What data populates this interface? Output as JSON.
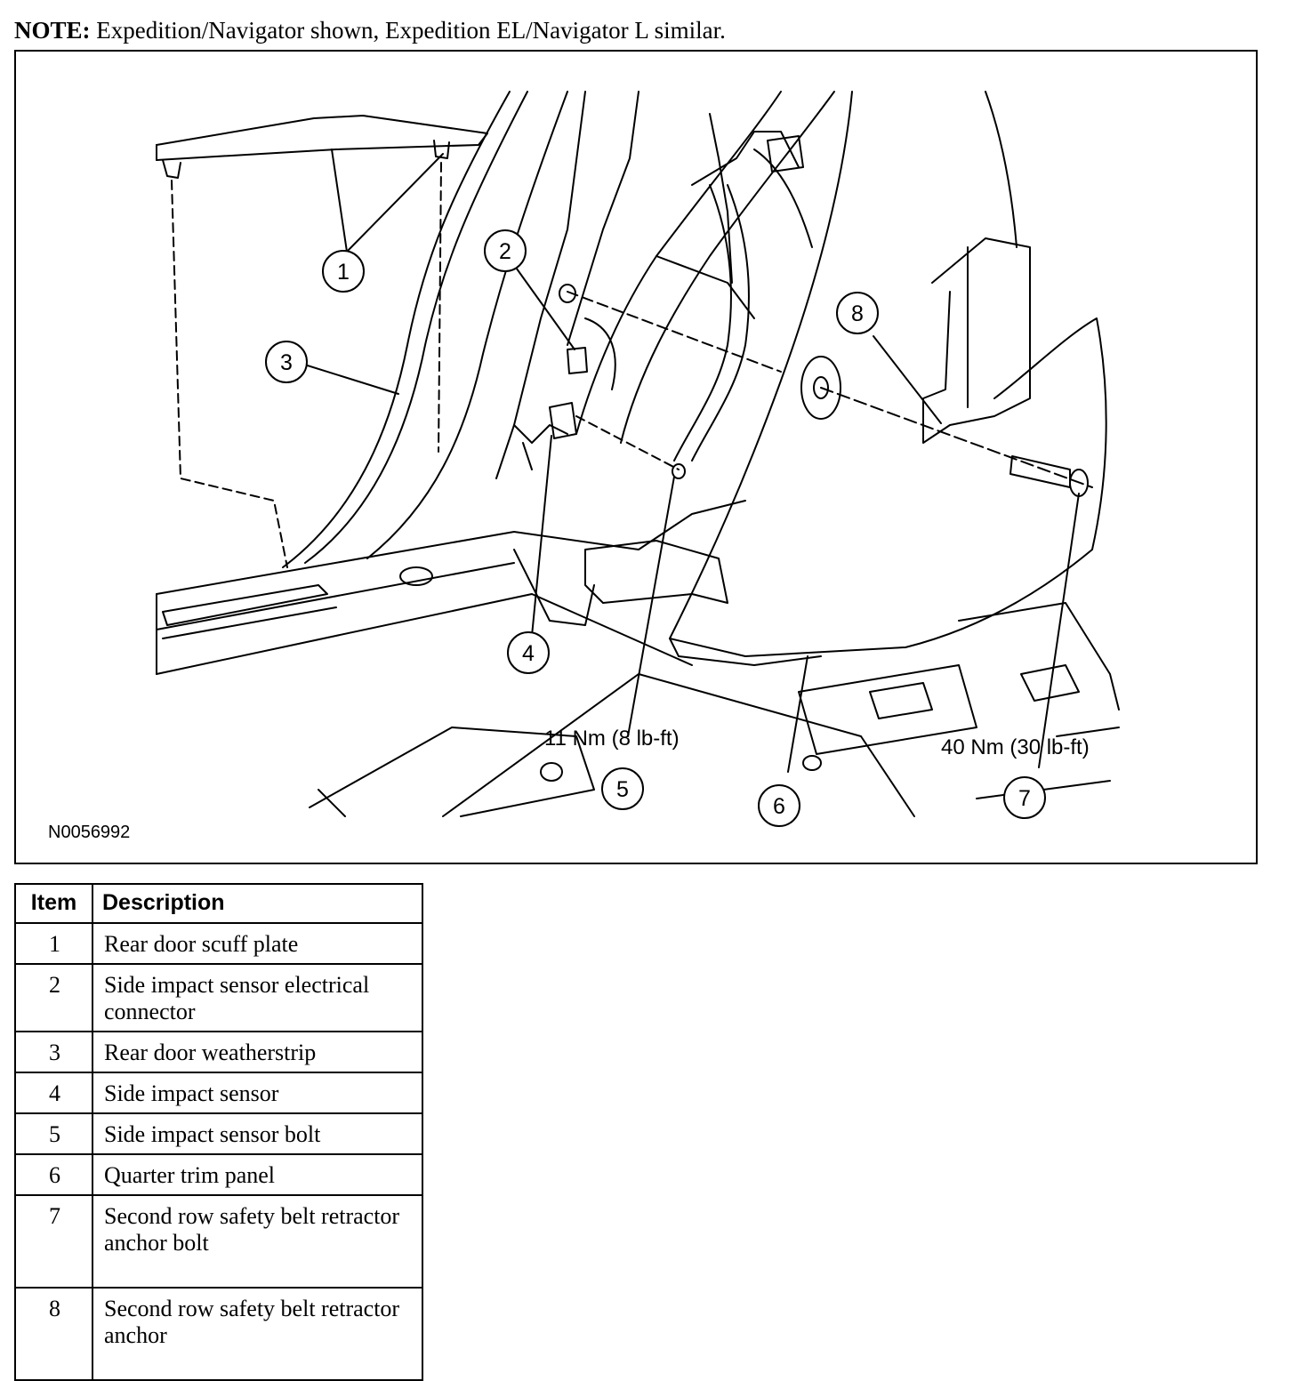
{
  "note": {
    "label": "NOTE:",
    "text": "Expedition/Navigator shown, Expedition EL/Navigator L similar."
  },
  "figure": {
    "id": "N0056992",
    "torque_labels": [
      "11 Nm (8 lb-ft)",
      "40 Nm (30 lb-ft)"
    ],
    "callouts": [
      "1",
      "2",
      "3",
      "4",
      "5",
      "6",
      "7",
      "8"
    ]
  },
  "table": {
    "headers": [
      "Item",
      "Description"
    ],
    "rows": [
      {
        "item": "1",
        "description": "Rear door scuff plate"
      },
      {
        "item": "2",
        "description": "Side impact sensor electrical connector"
      },
      {
        "item": "3",
        "description": "Rear door weatherstrip"
      },
      {
        "item": "4",
        "description": "Side impact sensor"
      },
      {
        "item": "5",
        "description": "Side impact sensor bolt"
      },
      {
        "item": "6",
        "description": "Quarter trim panel"
      },
      {
        "item": "7",
        "description": "Second row safety belt retractor anchor bolt"
      },
      {
        "item": "8",
        "description": "Second row safety belt retractor anchor"
      }
    ]
  }
}
